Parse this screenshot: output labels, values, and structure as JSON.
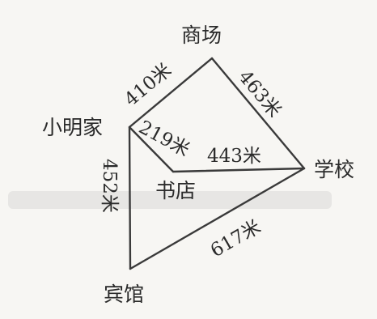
{
  "places": {
    "mall": "商场",
    "home": "小明家",
    "school": "学校",
    "bookstore": "书店",
    "hotel": "宾馆"
  },
  "distances": {
    "home_mall": "410米",
    "mall_school": "463米",
    "home_bookstore": "219米",
    "bookstore_school": "443米",
    "home_hotel": "452米",
    "hotel_school": "617米"
  }
}
